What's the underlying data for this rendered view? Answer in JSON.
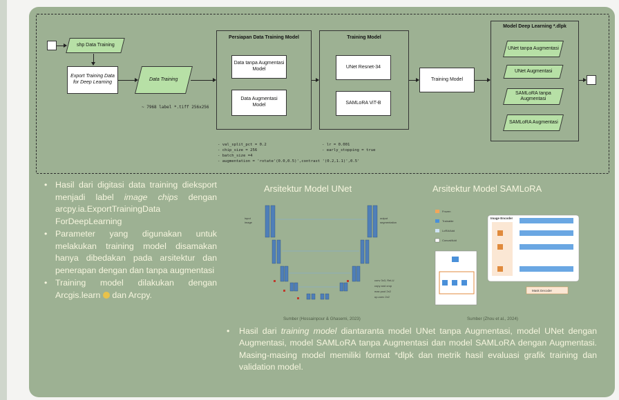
{
  "flow": {
    "shp_data_training": "shp Data Training",
    "export_training": "Export Training Data for Deep Learning",
    "data_training": "Data Training",
    "data_training_note": "~ 7968 label *.tiff 256x256",
    "prep_title": "Persiapan Data Training Model",
    "prep_no_aug": "Data tanpa Augmentasi Model",
    "prep_aug": "Data Augmentasi Model",
    "train_title": "Training Model",
    "unet_resnet": "UNet Resnet-34",
    "samlora": "SAMLoRA ViT-B",
    "training_model": "Training Model",
    "output_title": "Model Deep Learning *.dlpk",
    "out_unet_no_aug": "UNet tanpa Augmentasi",
    "out_unet_aug": "UNet Augmentasi",
    "out_samlora_no_aug": "SAMLoRA tanpa Augmentasi",
    "out_samlora_aug": "SAMLoRA Augmentasi",
    "params_left": "- val_split_pct = 0.2\n- chip_size = 256\n- batch_size =4\n- augmentation = 'rotate'(0.0,0.5)',contrast '(0.2,1.1)',0.5'",
    "params_right": "- lr = 0.001\n- early_stopping = true"
  },
  "bullets": {
    "item1_pre": "Hasil dari digitasi data training dieksport menjadi label ",
    "item1_em": "image chips",
    "item1_mid": " dengan ",
    "item1_code": "arcpy.ia.ExportTrainingData ForDeepLearning",
    "item2": "Parameter yang digunakan untuk melakukan training model disamakan hanya dibedakan pada arsitektur dan penerapan dengan dan tanpa augmentasi",
    "item3_pre": "Training model dilakukan dengan Arcgis.learn",
    "item3_post": " dan Arcpy."
  },
  "unet": {
    "title": "Arsitektur Model UNet",
    "source": "Sumber (Hossainpour & Ghasemi, 2023)"
  },
  "samlora": {
    "title": "Arsitektur Model SAMLoRA",
    "source": "Sumber (Zhou et al., 2024)",
    "legend": [
      "Frozen",
      "Trainable",
      "LoRA/Add",
      "Concat/Add"
    ],
    "image_encoder": "Image Encoder",
    "mask_decoder": "Mask Decoder"
  },
  "summary": {
    "pre": "Hasil dari ",
    "em": "training model",
    "post": " diantaranta model UNet tanpa Augmentasi, model UNet dengan Augmentasi, model SAMLoRA tanpa Augmentasi dan model SAMLoRA dengan Augmentasi. Masing-masing model memiliki format *dlpk dan metrik hasil evaluasi grafik training dan validation model."
  },
  "colors": {
    "panel": "#9db193",
    "data_shape": "#b7e0a6",
    "text_light": "#f7f6df",
    "unet_block": "#4f7fb8",
    "unet_red": "#c0392b"
  }
}
